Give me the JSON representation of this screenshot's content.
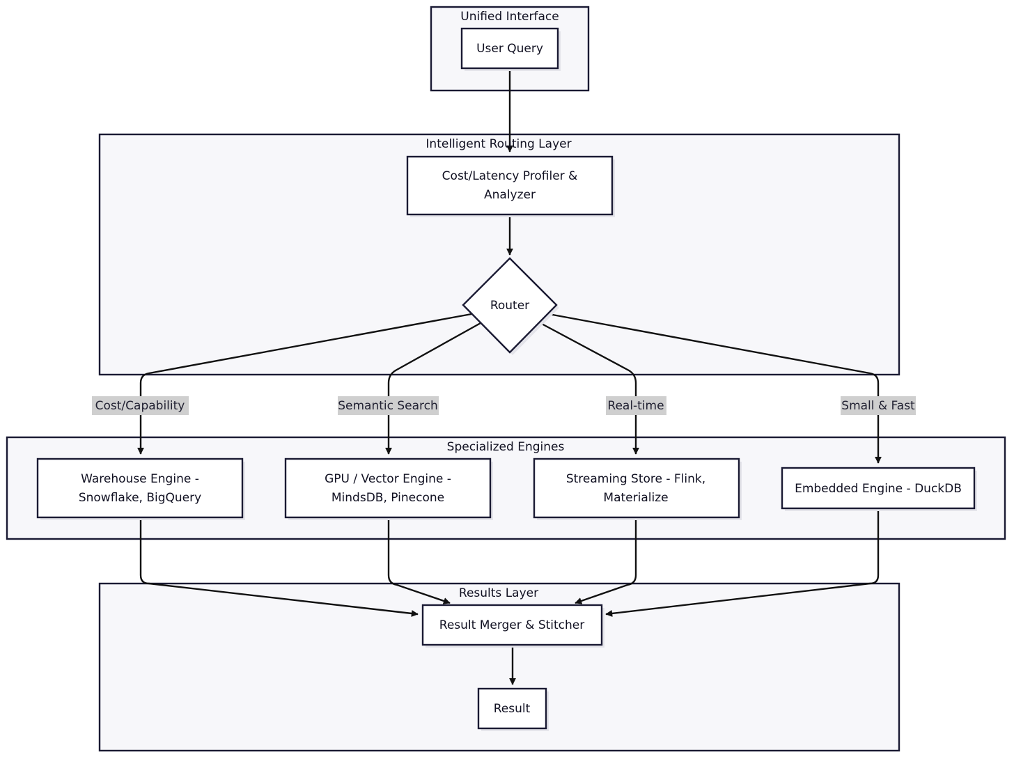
{
  "groups": {
    "unified": {
      "title": "Unified Interface"
    },
    "routing": {
      "title": "Intelligent Routing Layer"
    },
    "engines": {
      "title": "Specialized Engines"
    },
    "results": {
      "title": "Results Layer"
    }
  },
  "nodes": {
    "user_query": {
      "lines": [
        "User Query"
      ]
    },
    "profiler": {
      "lines": [
        "Cost/Latency Profiler &",
        "Analyzer"
      ]
    },
    "router": {
      "lines": [
        "Router"
      ]
    },
    "warehouse": {
      "lines": [
        "Warehouse Engine -",
        "Snowflake, BigQuery"
      ]
    },
    "gpu": {
      "lines": [
        "GPU / Vector Engine -",
        "MindsDB, Pinecone"
      ]
    },
    "streaming": {
      "lines": [
        "Streaming Store - Flink,",
        "Materialize"
      ]
    },
    "embedded": {
      "lines": [
        "Embedded Engine - DuckDB"
      ]
    },
    "merger": {
      "lines": [
        "Result Merger & Stitcher"
      ]
    },
    "result": {
      "lines": [
        "Result"
      ]
    }
  },
  "edge_labels": {
    "cost": "Cost/Capability",
    "semantic": "Semantic Search",
    "realtime": "Real-time",
    "small": "Small & Fast"
  }
}
